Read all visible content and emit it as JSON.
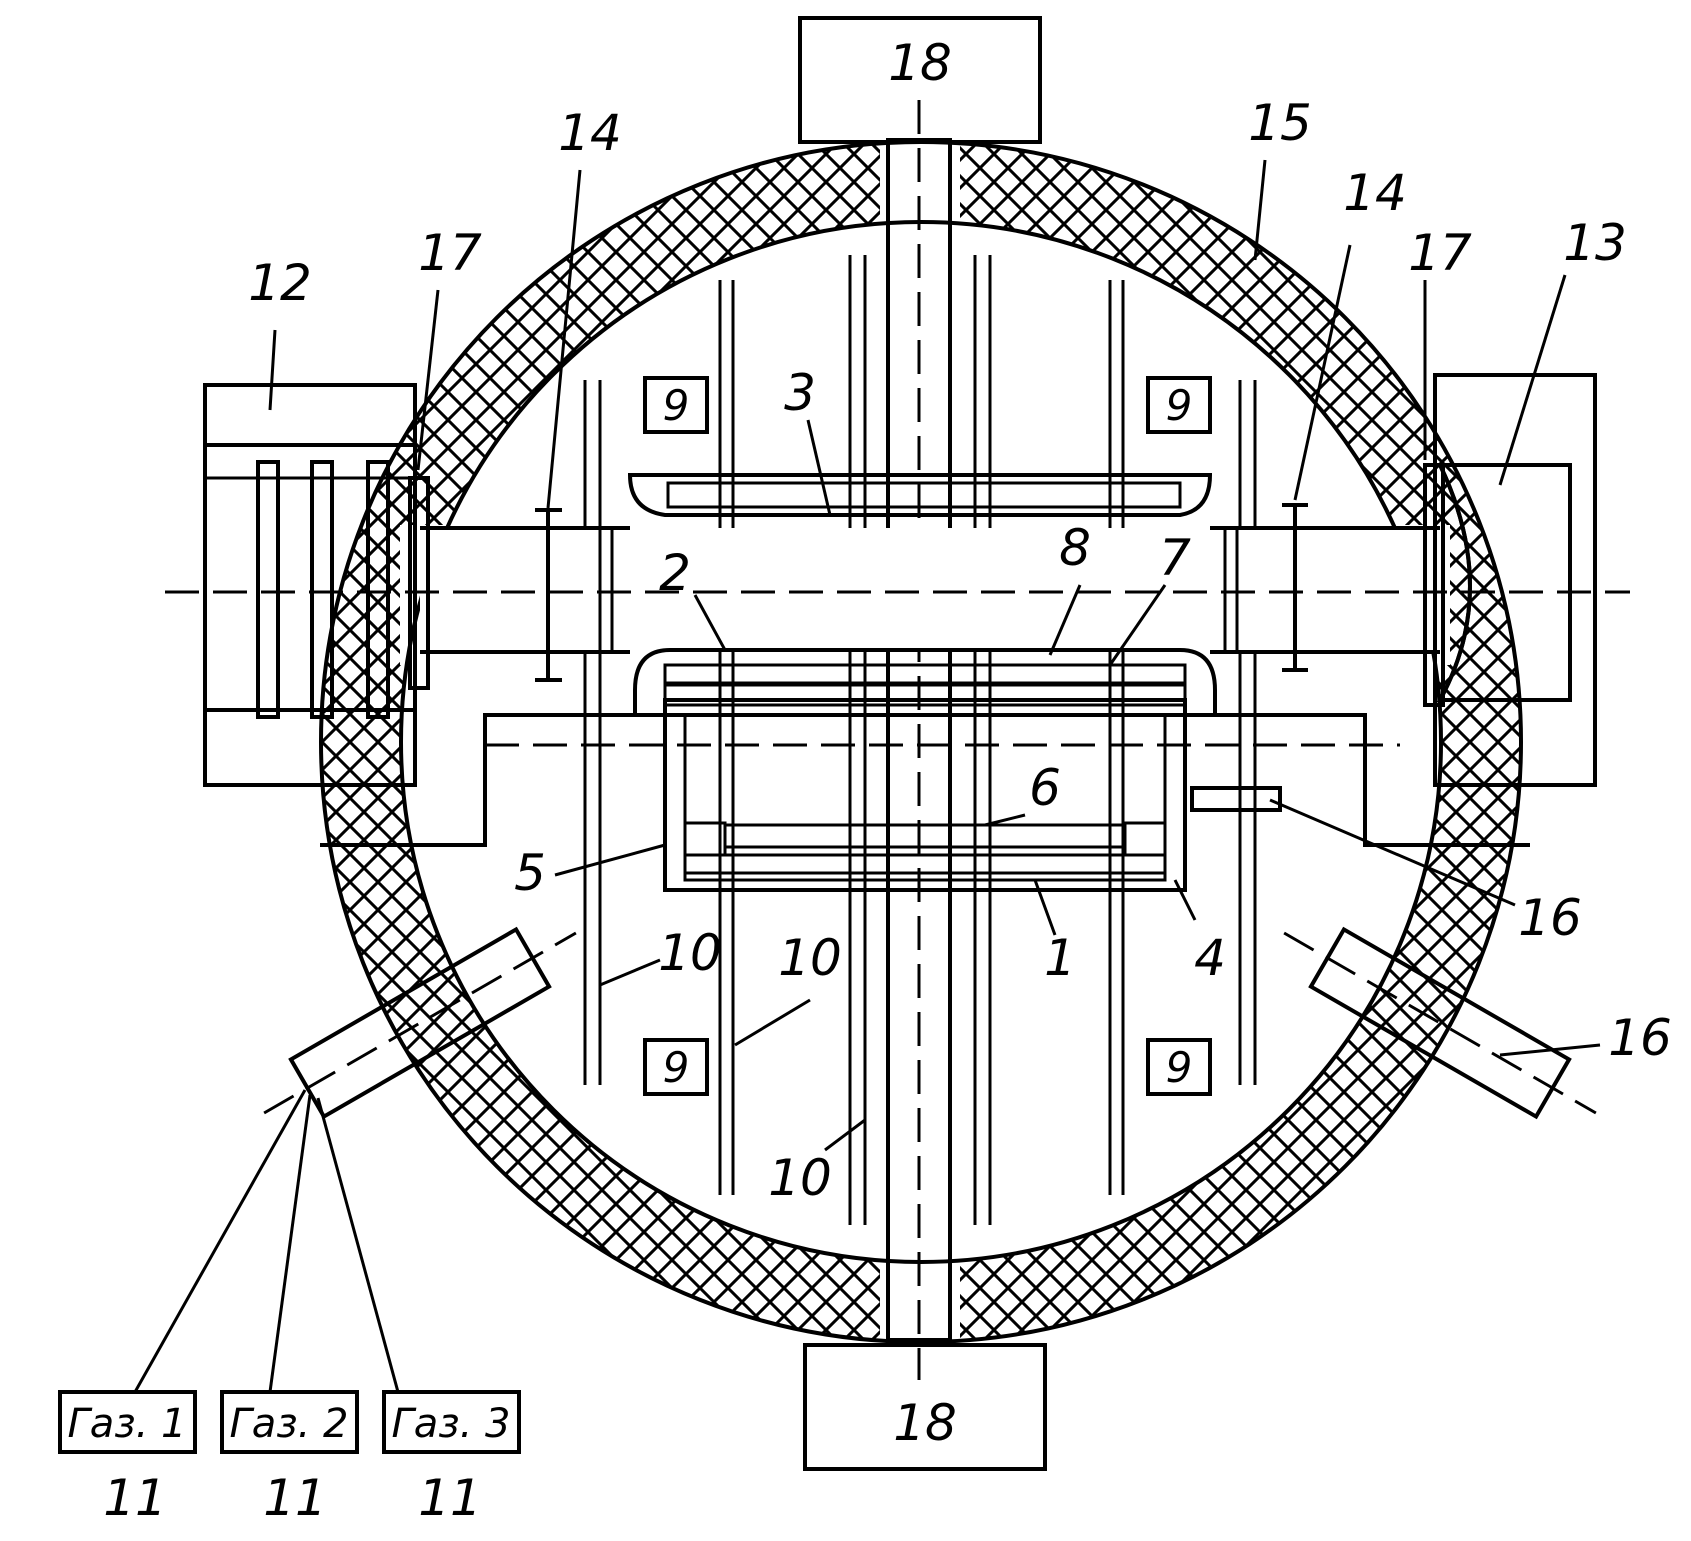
{
  "labels": {
    "l1": "1",
    "l2": "2",
    "l3": "3",
    "l4": "4",
    "l5": "5",
    "l6": "6",
    "l7": "7",
    "l8": "8",
    "l9": "9",
    "l10": "10",
    "l11": "11",
    "l12": "12",
    "l13": "13",
    "l14": "14",
    "l15": "15",
    "l16": "16",
    "l17": "17",
    "l18": "18"
  },
  "gas_boxes": [
    "Газ. 1",
    "Газ. 2",
    "Газ. 3"
  ],
  "colors": {
    "ink": "#000000",
    "paper": "#ffffff"
  }
}
